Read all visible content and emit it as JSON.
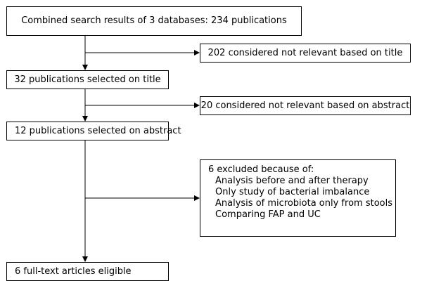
{
  "flow": {
    "search_results": "Combined search results of 3 databases: 234 publications",
    "excluded_title": "202 considered not relevant based on title",
    "selected_title": "32 publications selected on title",
    "excluded_abstract": "20 considered not relevant based on abstract",
    "selected_abstract": "12 publications selected on abstract",
    "excluded_final": {
      "heading": "6 excluded because of:",
      "reasons": [
        "Analysis before and after therapy",
        "Only study of bacterial imbalance",
        "Analysis of microbiota only from stools",
        "Comparing FAP and UC"
      ]
    },
    "eligible": "6 full-text articles eligible"
  },
  "colors": {
    "stroke": "#000000",
    "background": "#ffffff"
  }
}
